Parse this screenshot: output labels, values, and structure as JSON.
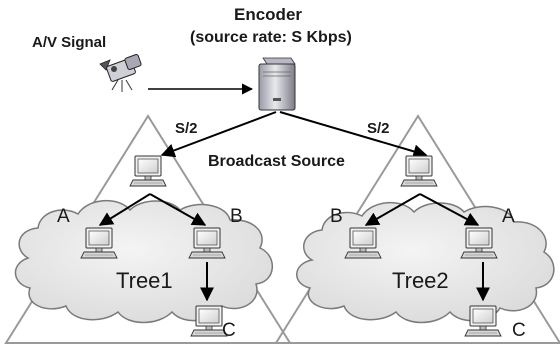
{
  "labels": {
    "av_signal": "A/V Signal",
    "encoder_title": "Encoder",
    "encoder_rate": "(source rate: S Kbps)",
    "rate_left": "S/2",
    "rate_right": "S/2",
    "broadcast_source": "Broadcast Source"
  },
  "trees": [
    {
      "name": "Tree1",
      "left_child": "A",
      "right_child": "B",
      "leaf": "C"
    },
    {
      "name": "Tree2",
      "left_child": "B",
      "right_child": "A",
      "leaf": "C"
    }
  ],
  "icons": {
    "camera": "video-camera-icon",
    "server": "encoder-server-icon",
    "computer": "desktop-computer-icon"
  },
  "colors": {
    "cloud_fill": "#e6e6e6",
    "cloud_stroke": "#7a7a7a",
    "triangle_stroke": "#9a9a9a",
    "arrow": "#000000",
    "text": "#1a1a1a"
  }
}
